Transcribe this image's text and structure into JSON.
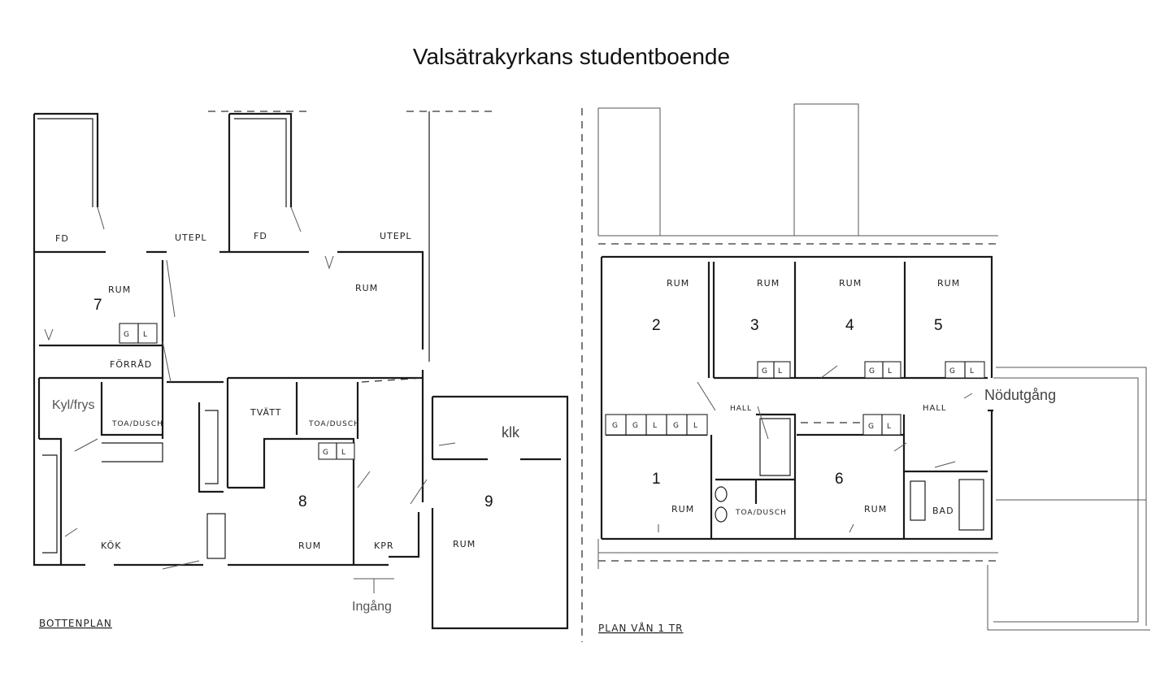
{
  "title": "Valsätrakyrkans studentboende",
  "ground_floor": {
    "plan_label": "BOTTENPLAN",
    "labels": {
      "fd_left": "FD",
      "utepl_left": "UTEPL",
      "fd_mid": "FD",
      "utepl_right": "UTEPL",
      "rum_7": "RUM",
      "rum_big": "RUM",
      "forrad": "FÖRRÅD",
      "kylfrys": "Kyl/frys",
      "toa_dusch_left": "TOA/DUSCH",
      "tvatt": "TVÄTT",
      "toa_dusch_mid": "TOA/DUSCH",
      "kok": "KÖK",
      "rum_8": "RUM",
      "kpr": "KPR",
      "ingang": "Ingång",
      "klk": "klk",
      "rum_9": "RUM"
    },
    "room_numbers": {
      "r7": "7",
      "r8": "8",
      "r9": "9"
    },
    "fixtures": {
      "g": "G",
      "l": "L"
    }
  },
  "upper_floor": {
    "plan_label": "PLAN VÅN 1 TR",
    "labels": {
      "rum_2": "RUM",
      "rum_3": "RUM",
      "rum_4": "RUM",
      "rum_5": "RUM",
      "hall_left": "HALL",
      "hall_right": "HALL",
      "nodutgang": "Nödutgång",
      "rum_1": "RUM",
      "toa_dusch": "TOA/DUSCH",
      "rum_6": "RUM",
      "bad": "BAD"
    },
    "room_numbers": {
      "r1": "1",
      "r2": "2",
      "r3": "3",
      "r4": "4",
      "r5": "5",
      "r6": "6"
    },
    "fixtures": {
      "g": "G",
      "l": "L"
    }
  }
}
